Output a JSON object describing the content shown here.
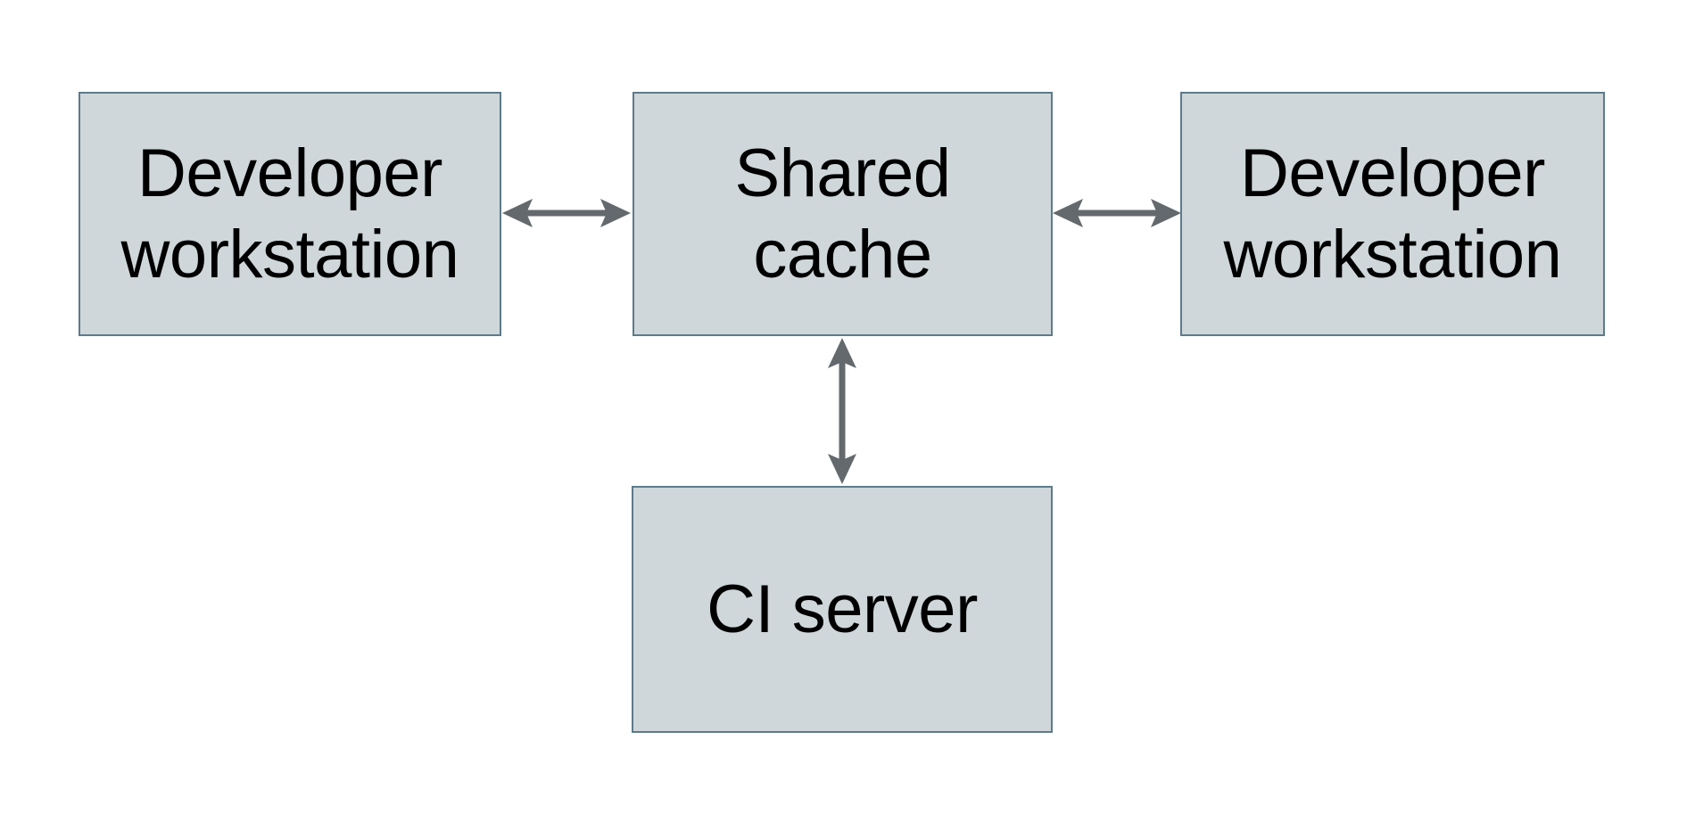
{
  "diagram": {
    "type": "architecture-diagram",
    "nodes": [
      {
        "id": "developer-workstation-left",
        "label": "Developer\nworkstation"
      },
      {
        "id": "shared-cache",
        "label": "Shared\ncache"
      },
      {
        "id": "developer-workstation-right",
        "label": "Developer\nworkstation"
      },
      {
        "id": "ci-server",
        "label": "CI server"
      }
    ],
    "edges": [
      {
        "from": "developer-workstation-left",
        "to": "shared-cache",
        "style": "bidirectional"
      },
      {
        "from": "shared-cache",
        "to": "developer-workstation-right",
        "style": "bidirectional"
      },
      {
        "from": "shared-cache",
        "to": "ci-server",
        "style": "bidirectional"
      }
    ],
    "colors": {
      "background": "#ffffff",
      "node_fill": "#cfd7da",
      "node_border": "#5d7b8a",
      "arrow": "#63696d",
      "text": "#000000"
    }
  }
}
